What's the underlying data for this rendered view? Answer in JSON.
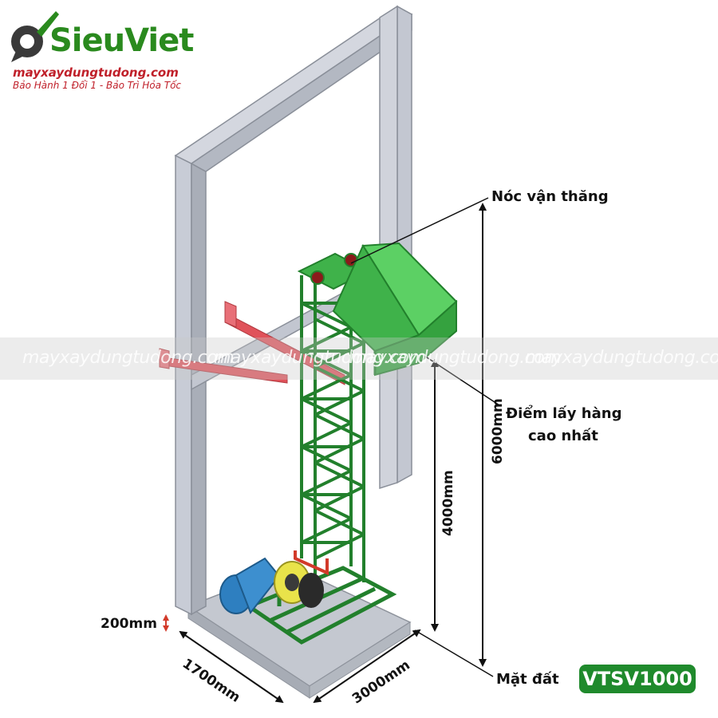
{
  "logo": {
    "name": "SieuViet",
    "website": "mayxaydungtudong.com",
    "tagline": "Bảo Hành 1 Đổi 1 - Bảo Trì Hỏa Tốc"
  },
  "watermark": {
    "text": "mayxaydungtudong.com"
  },
  "labels": {
    "roof": "Nóc vận thăng",
    "pickup_line1": "Điểm lấy hàng",
    "pickup_line2": "cao nhất",
    "ground": "Mặt đất",
    "model": "VTSV1000"
  },
  "dimensions": {
    "total_height": "6000mm",
    "pickup_height": "4000mm",
    "base_thickness": "200mm",
    "base_width": "1700mm",
    "base_length": "3000mm"
  },
  "colors": {
    "brand_green": "#2a8a1e",
    "brand_red": "#c0202a",
    "tower_green": "#2f9e3a",
    "cage_green": "#43c24a",
    "frame_gray": "#b9bec9",
    "arm_red": "#e0525a",
    "motor_blue": "#3d8fcf",
    "drum_yellow": "#e9e34a",
    "badge_green": "#1f8a2c"
  }
}
